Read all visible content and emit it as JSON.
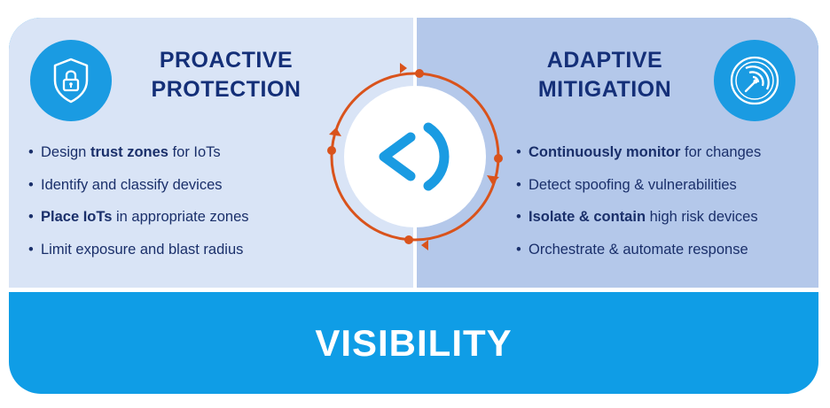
{
  "left": {
    "title_line1": "PROACTIVE",
    "title_line2": "PROTECTION",
    "icon": "shield-lock-icon",
    "bullets": [
      {
        "pre": "Design ",
        "bold": "trust zones",
        "post": " for IoTs"
      },
      {
        "pre": "Identify and classify devices",
        "bold": "",
        "post": ""
      },
      {
        "pre": "",
        "bold": "Place IoTs",
        "post": " in appropriate zones"
      },
      {
        "pre": "Limit exposure and blast radius",
        "bold": "",
        "post": ""
      }
    ]
  },
  "right": {
    "title_line1": "ADAPTIVE",
    "title_line2": "MITIGATION",
    "icon": "radar-signal-icon",
    "bullets": [
      {
        "pre": "",
        "bold": "Continuously monitor",
        "post": " for changes"
      },
      {
        "pre": "Detect spoofing & vulnerabilities",
        "bold": "",
        "post": ""
      },
      {
        "pre": "",
        "bold": "Isolate & contain",
        "post": " high risk devices"
      },
      {
        "pre": "Orchestrate & automate response",
        "bold": "",
        "post": ""
      }
    ]
  },
  "bottom": {
    "label": "VISIBILITY"
  },
  "center": {
    "icon": "code-bracket-logo-icon"
  },
  "colors": {
    "dark_blue": "#142f78",
    "accent_blue": "#1a9be2",
    "bottom_blue": "#0f9de6",
    "left_panel": "#d9e4f6",
    "right_panel": "#b4c8ea",
    "cycle_orange": "#d9531c"
  }
}
